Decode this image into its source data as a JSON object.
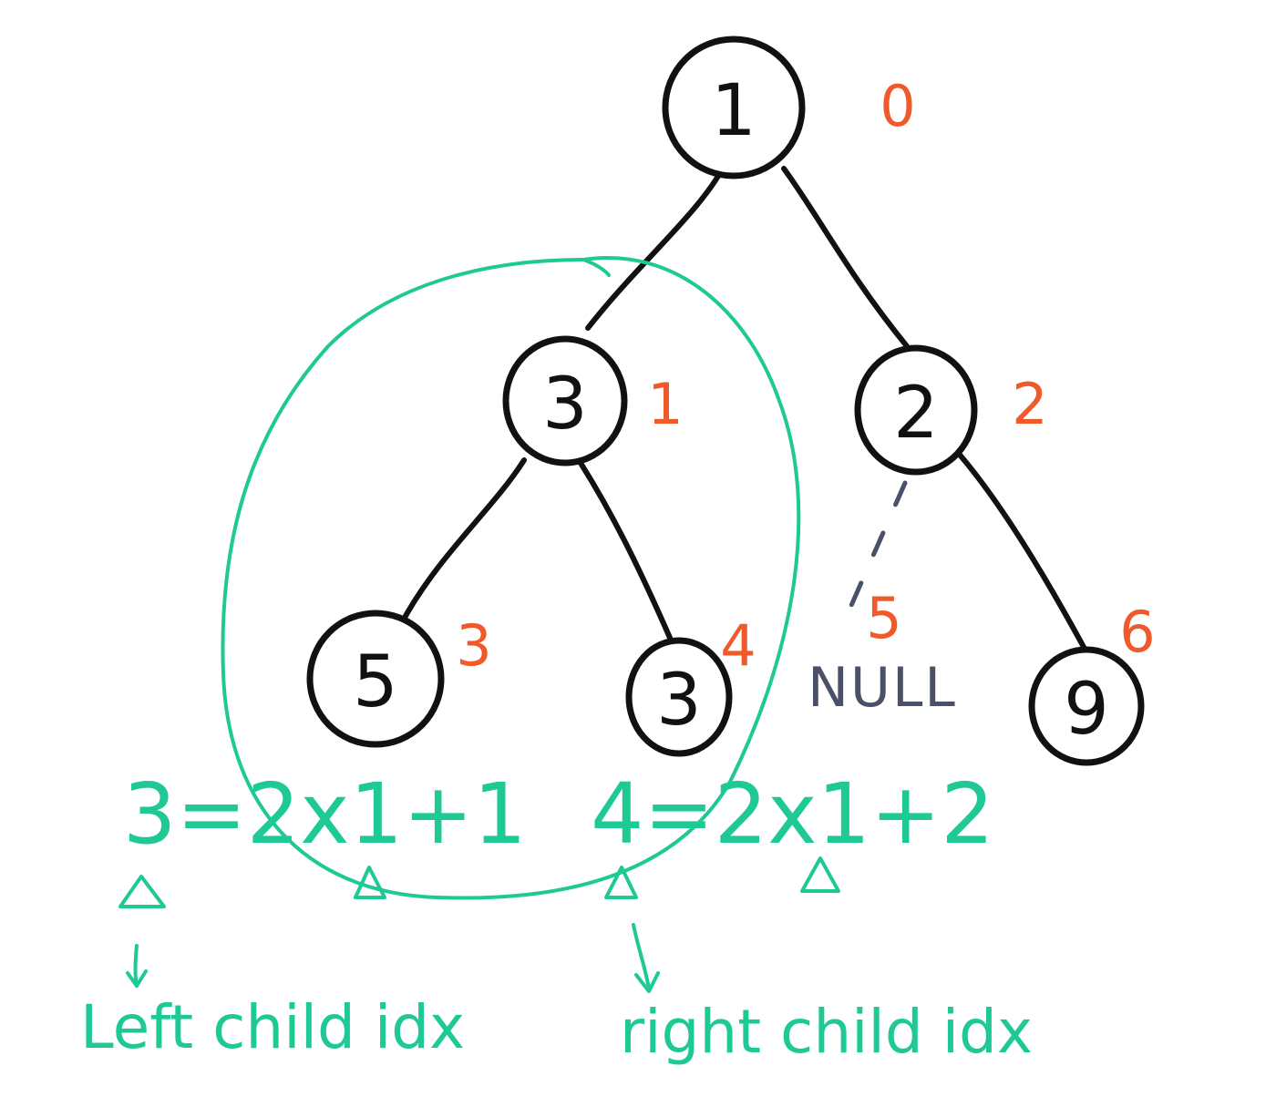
{
  "colors": {
    "ink": "#111111",
    "index": "#f05a2b",
    "note": "#1ec995",
    "null": "#4a5068"
  },
  "nodes": [
    {
      "id": "n0",
      "value": "1",
      "index": "0"
    },
    {
      "id": "n1",
      "value": "3",
      "index": "1"
    },
    {
      "id": "n2",
      "value": "2",
      "index": "2"
    },
    {
      "id": "n3",
      "value": "5",
      "index": "3"
    },
    {
      "id": "n4",
      "value": "3",
      "index": "4"
    },
    {
      "id": "n6",
      "value": "9",
      "index": "6"
    }
  ],
  "null_slot": {
    "index": "5",
    "label": "NULL"
  },
  "formulas": {
    "left": "3=2x1+1",
    "right": "4=2x1+2"
  },
  "captions": {
    "left": "Left child idx",
    "right": "right child idx"
  },
  "arrow_icons": [
    "up-arrow-icon",
    "down-arrow-icon"
  ]
}
